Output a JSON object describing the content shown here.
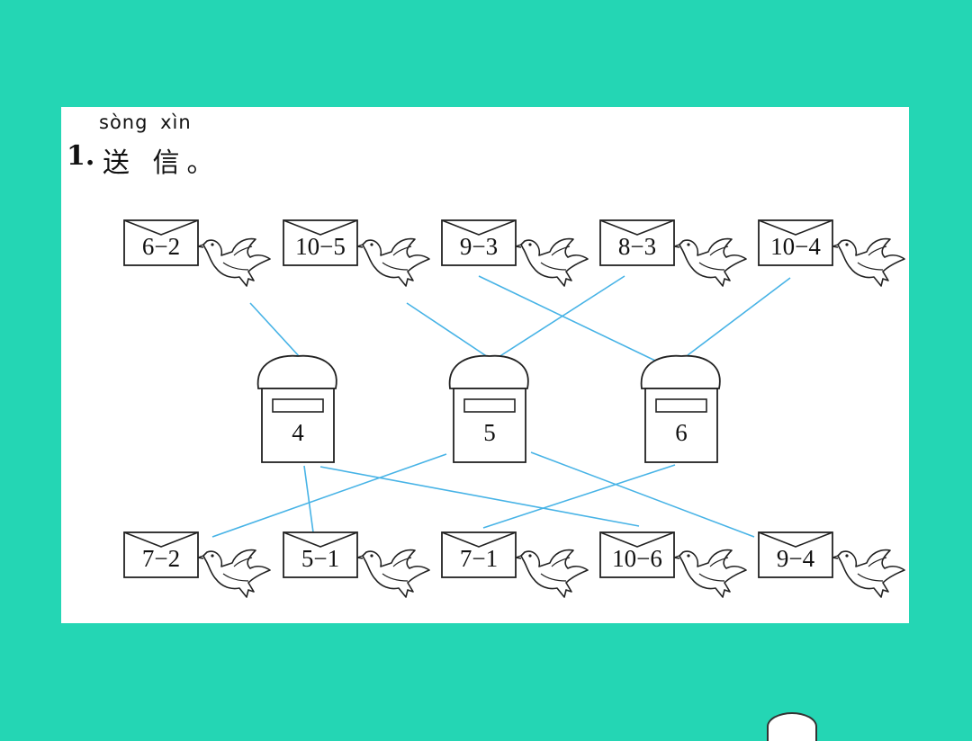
{
  "exercise": {
    "pinyin": "sòng xìn",
    "number": "1.",
    "title": "送 信。"
  },
  "top_letters": [
    "6−2",
    "10−5",
    "9−3",
    "8−3",
    "10−4"
  ],
  "bottom_letters": [
    "7−2",
    "5−1",
    "7−1",
    "10−6",
    "9−4"
  ],
  "mailboxes": [
    "4",
    "5",
    "6"
  ],
  "colors": {
    "background": "#24d6b4",
    "line": "#47b3e6"
  },
  "icons": {
    "envelope": "envelope-icon",
    "dove": "dove-icon",
    "mailbox": "mailbox-icon"
  }
}
